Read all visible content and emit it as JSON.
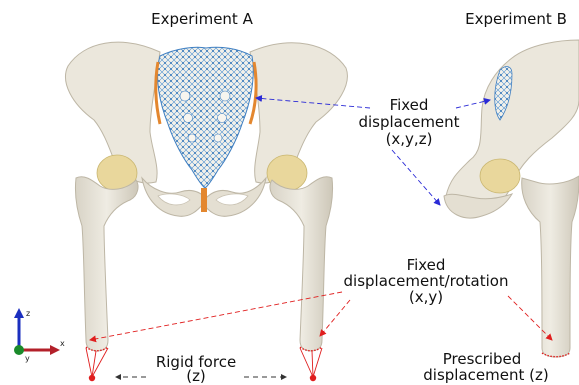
{
  "panels": {
    "a": {
      "title": "Experiment A"
    },
    "b": {
      "title": "Experiment B"
    }
  },
  "annotations": {
    "fixed_displacement_xyz": [
      "Fixed",
      "displacement",
      "(x,y,z)"
    ],
    "fixed_displacement_rotation_xy": [
      "Fixed",
      "displacement/rotation",
      "(x,y)"
    ],
    "rigid_force": [
      "Rigid force",
      "(z)"
    ],
    "prescribed_displacement": [
      "Prescribed",
      "displacement (z)"
    ]
  },
  "axes_triad": {
    "x": "x",
    "y": "y",
    "z": "z"
  },
  "colors": {
    "bone": "#ebe7dc",
    "bone_shade": "#cfc9ba",
    "cartilage": "#e9d79c",
    "mesh": "#4a8fd0",
    "fixed_edge": "#e3872f",
    "blue_arrow": "#2a2ad6",
    "red_arrow": "#e01e1e",
    "axis_x": "#b3202a",
    "axis_y": "#1a8a2a",
    "axis_z": "#1b2fbf"
  }
}
